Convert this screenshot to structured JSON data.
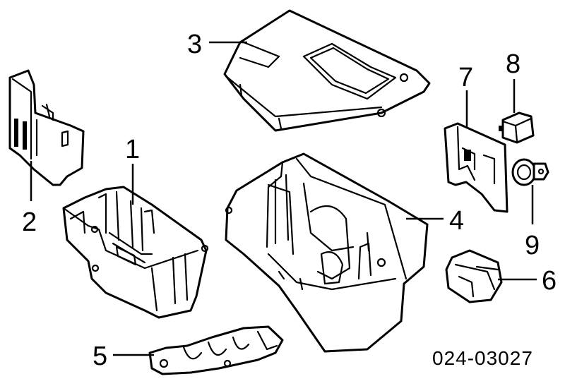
{
  "callouts": [
    "1",
    "2",
    "3",
    "4",
    "5",
    "6",
    "7",
    "8",
    "9"
  ],
  "diagram_code": "024-03027"
}
